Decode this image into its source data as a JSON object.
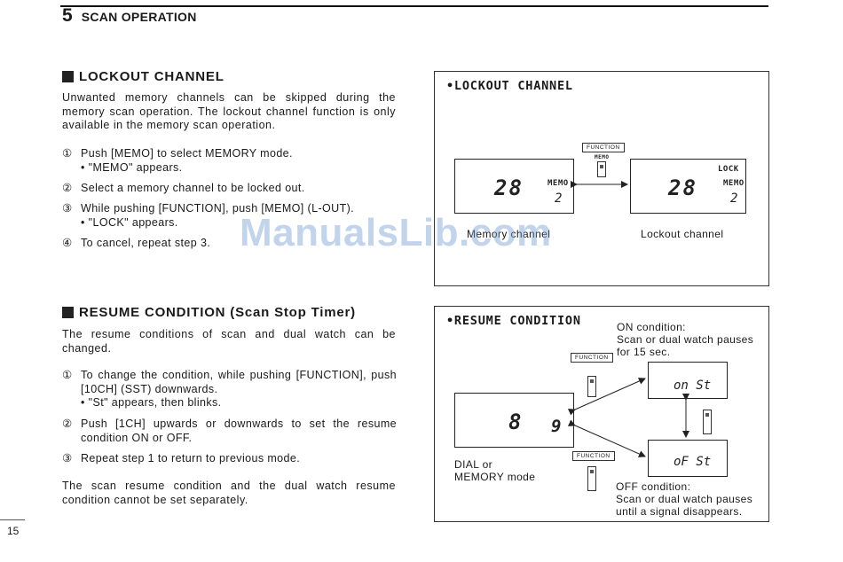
{
  "chapter": {
    "number": "5",
    "title": "SCAN OPERATION"
  },
  "lockout": {
    "title": "LOCKOUT CHANNEL",
    "intro": "Unwanted memory channels can be skipped during the memory scan operation.  The lockout channel function is only available in the memory scan operation.",
    "steps": [
      {
        "num": "①",
        "text": "Push [MEMO] to select MEMORY mode.",
        "sub": "• \"MEMO\" appears."
      },
      {
        "num": "②",
        "text": "Select a memory channel to be locked out.",
        "sub": ""
      },
      {
        "num": "③",
        "text": "While pushing [FUNCTION], push [MEMO] (L-OUT).",
        "sub": "• \"LOCK\" appears."
      },
      {
        "num": "④",
        "text": "To cancel, repeat step 3.",
        "sub": ""
      }
    ],
    "panel": {
      "title": "•LOCKOUT CHANNEL",
      "function_key": "FUNCTION",
      "memo_key": "MEMO",
      "left_display": {
        "digits": "28",
        "channel": "2",
        "indicator": "MEMO"
      },
      "right_display": {
        "digits": "28",
        "channel": "2",
        "indicator_top": "LOCK",
        "indicator": "MEMO"
      },
      "left_caption": "Memory channel",
      "right_caption": "Lockout channel"
    }
  },
  "resume": {
    "title": "RESUME CONDITION (Scan Stop Timer)",
    "intro": "The resume conditions of scan and dual watch can be changed.",
    "steps": [
      {
        "num": "①",
        "text": "To change the condition, while pushing [FUNCTION], push [10CH] (SST) downwards.",
        "sub": "• \"St\" appears, then blinks."
      },
      {
        "num": "②",
        "text": "Push [1CH] upwards or downwards to set the resume condition ON or OFF.",
        "sub": ""
      },
      {
        "num": "③",
        "text": "Repeat step 1 to return to previous mode.",
        "sub": ""
      }
    ],
    "note": "The scan resume condition and the dual watch resume condition cannot be set separately.",
    "panel": {
      "title": "•RESUME CONDITION",
      "function_key": "FUNCTION",
      "main_display": {
        "digits": "8",
        "channel": "9"
      },
      "on_display": "on  St",
      "off_display": "oF  St",
      "on_caption": [
        "ON condition:",
        "Scan or dual watch pauses",
        "for 15 sec."
      ],
      "off_caption": [
        "OFF condition:",
        "Scan or dual watch pauses",
        "until a signal disappears."
      ],
      "mode_caption": [
        "DIAL or",
        "MEMORY mode"
      ]
    }
  },
  "page_number": "15",
  "watermark": "ManualsLib.com"
}
